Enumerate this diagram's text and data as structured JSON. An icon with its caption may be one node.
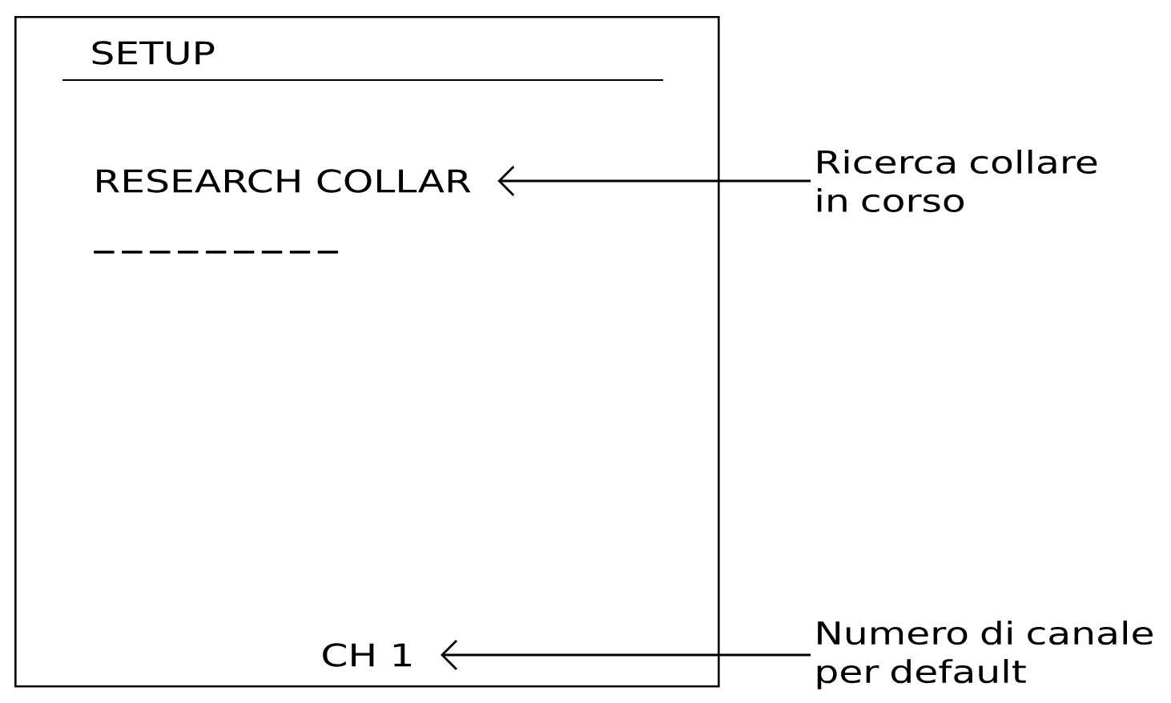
{
  "diagram": {
    "nodes": [
      {
        "text": [
          "SETUP"
        ]
      },
      {
        "text": [
          "RESEARCH COLLAR"
        ],
        "in": 0
      },
      {
        "text": [
          "CH 1"
        ],
        "in": 0
      },
      {
        "text": [
          "Ricerca collare in corso"
        ]
      },
      {
        "text": [
          "Numero di canale per default"
        ]
      }
    ],
    "edges": [
      {
        "from": 3,
        "to": 1,
        "arrow": "to"
      },
      {
        "from": 4,
        "to": 2,
        "arrow": "to"
      }
    ],
    "labels": [
      "---------"
    ]
  }
}
